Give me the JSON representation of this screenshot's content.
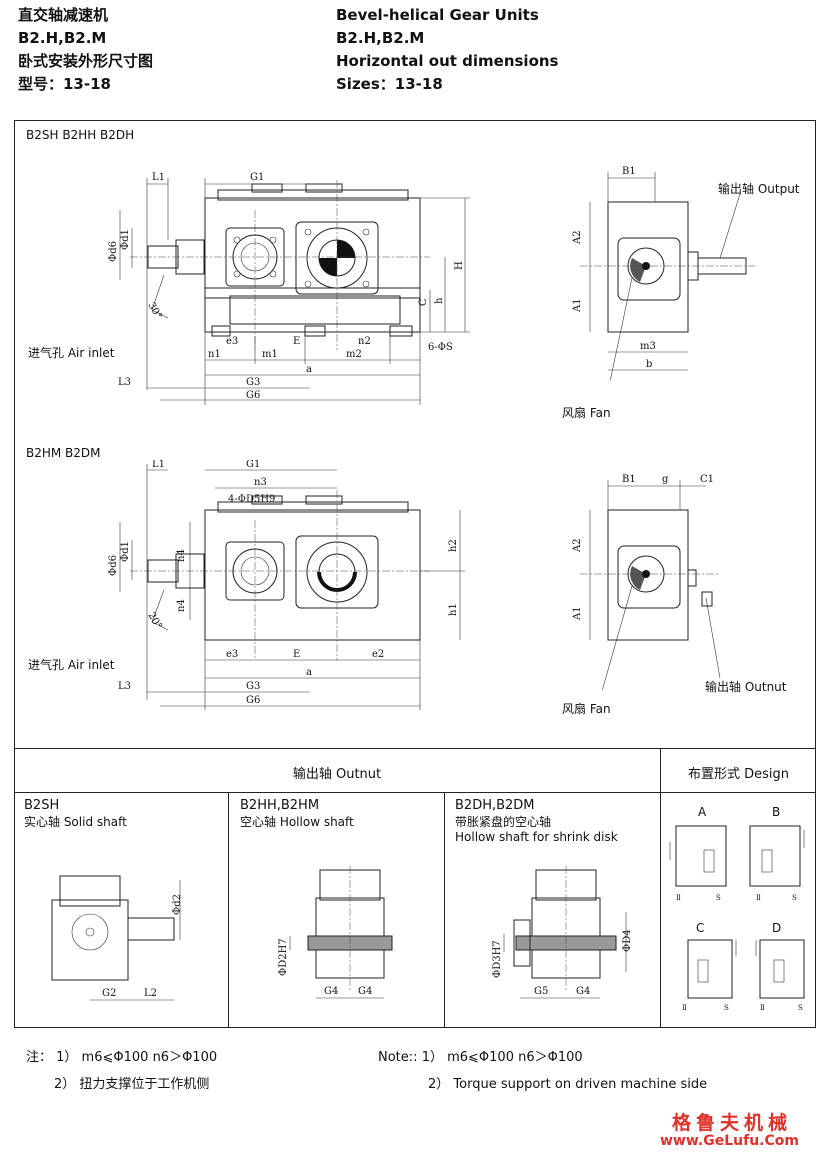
{
  "header": {
    "cn_line1": "直交轴减速机",
    "cn_line2": "B2.H,B2.M",
    "cn_line3": "卧式安装外形尺寸图",
    "cn_line4": "型号：13-18",
    "en_line1": "Bevel-helical Gear Units",
    "en_line2": "B2.H,B2.M",
    "en_line3": "Horizontal out dimensions",
    "en_line4": "Sizes：13-18"
  },
  "view1": {
    "title": "B2SH  B2HH  B2DH",
    "labels": {
      "L1": "L1",
      "G1": "G1",
      "d6": "Φd6",
      "d1": "Φd1",
      "H": "H",
      "C": "C",
      "h": "h",
      "n1": "n1",
      "e3": "e3",
      "m1": "m1",
      "E": "E",
      "m2": "m2",
      "n2": "n2",
      "a": "a",
      "L3": "L3",
      "G3": "G3",
      "G6": "G6",
      "holes": "6-ΦS",
      "angle": "30°",
      "B1": "B1",
      "A2": "A2",
      "A1": "A1",
      "m3": "m3",
      "b": "b"
    },
    "air_inlet": "进气孔  Air inlet",
    "output": "输出轴  Output",
    "fan": "风扇  Fan"
  },
  "view2": {
    "title": "B2HM  B2DM",
    "labels": {
      "L1": "L1",
      "G1": "G1",
      "n3": "n3",
      "d5": "4-ΦD5H9",
      "d6": "Φd6",
      "d1": "Φd1",
      "n4a": "n4",
      "n4b": "n4",
      "h2": "h2",
      "h1": "h1",
      "e3": "e3",
      "E": "E",
      "e2": "e2",
      "a": "a",
      "L3": "L3",
      "G3": "G3",
      "G6": "G6",
      "angle": "20°",
      "B1": "B1",
      "g": "g",
      "C1": "C1",
      "A2": "A2",
      "A1": "A1"
    },
    "air_inlet": "进气孔  Air inlet",
    "output": "输出轴  Outnut",
    "fan": "风扇  Fan"
  },
  "table": {
    "output_header": "输出轴  Outnut",
    "design_header": "布置形式  Design",
    "col1_title": "B2SH",
    "col1_sub": "实心轴  Solid shaft",
    "col1_labels": {
      "d2": "Φd2",
      "G2": "G2",
      "L2": "L2"
    },
    "col2_title": "B2HH,B2HM",
    "col2_sub": "空心轴  Hollow shaft",
    "col2_labels": {
      "d2h7": "ΦD2H7",
      "G4a": "G4",
      "G4b": "G4"
    },
    "col3_title": "B2DH,B2DM",
    "col3_sub1": "带胀紧盘的空心轴",
    "col3_sub2": "Hollow shaft for shrink disk",
    "col3_labels": {
      "d3h7": "ΦD3H7",
      "d4": "ΦD4",
      "G5": "G5",
      "G4": "G4"
    },
    "designs": [
      "A",
      "B",
      "C",
      "D"
    ],
    "design_marks": {
      "I": "Ⅱ",
      "S": "S"
    }
  },
  "notes": {
    "cn_prefix": "注：",
    "cn_1": "1） m6⩽Φ100  n6＞Φ100",
    "cn_2": "2） 扭力支撑位于工作机侧",
    "en_prefix": "Note::",
    "en_1": "1） m6⩽Φ100  n6＞Φ100",
    "en_2": "2） Torque support on driven machine side"
  },
  "watermark": {
    "cn": "格鲁夫机械",
    "url": "www.GeLufu.Com"
  },
  "colors": {
    "watermark": "#e0302a",
    "line": "#222222"
  }
}
